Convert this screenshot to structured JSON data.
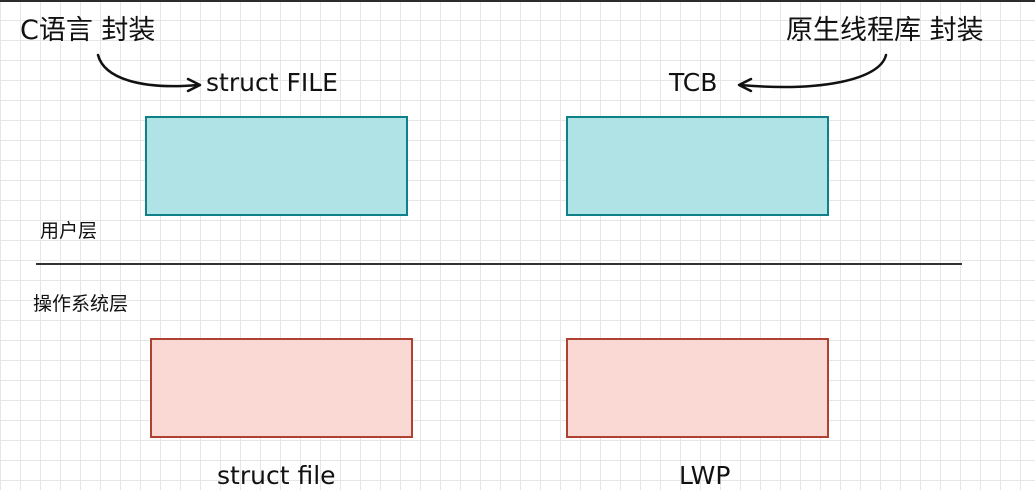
{
  "notes": {
    "c_wrapper": "C语言 封装",
    "thread_lib_wrapper": "原生线程库 封装"
  },
  "user_layer": {
    "label": "用户层",
    "left_box_title": "struct FILE",
    "right_box_title": "TCB"
  },
  "os_layer": {
    "label": "操作系统层",
    "left_box_title": "struct file",
    "right_box_title": "LWP"
  },
  "colors": {
    "user_box_fill": "#b0e3e6",
    "user_box_stroke": "#0e8088",
    "os_box_fill": "#fad9d5",
    "os_box_stroke": "#ae4132",
    "grid": "#e6e6e6",
    "line": "#333333"
  }
}
